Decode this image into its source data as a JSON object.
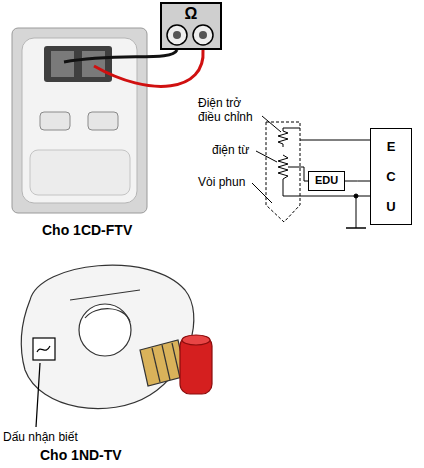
{
  "diagram": {
    "nodes": [
      {
        "text": [
          "Ω"
        ]
      },
      {
        "text": [
          "EDU"
        ]
      },
      {
        "text": [
          "ECU"
        ]
      }
    ],
    "edges": [
      {
        "from": 1,
        "to": 2,
        "arrow": "none"
      }
    ],
    "labels": [
      "Điện trở điều chỉnh",
      "điện từ",
      "Vòi phun",
      "Cho 1CD-FTV",
      "Dấu nhận biết",
      "Cho 1ND-TV"
    ]
  }
}
